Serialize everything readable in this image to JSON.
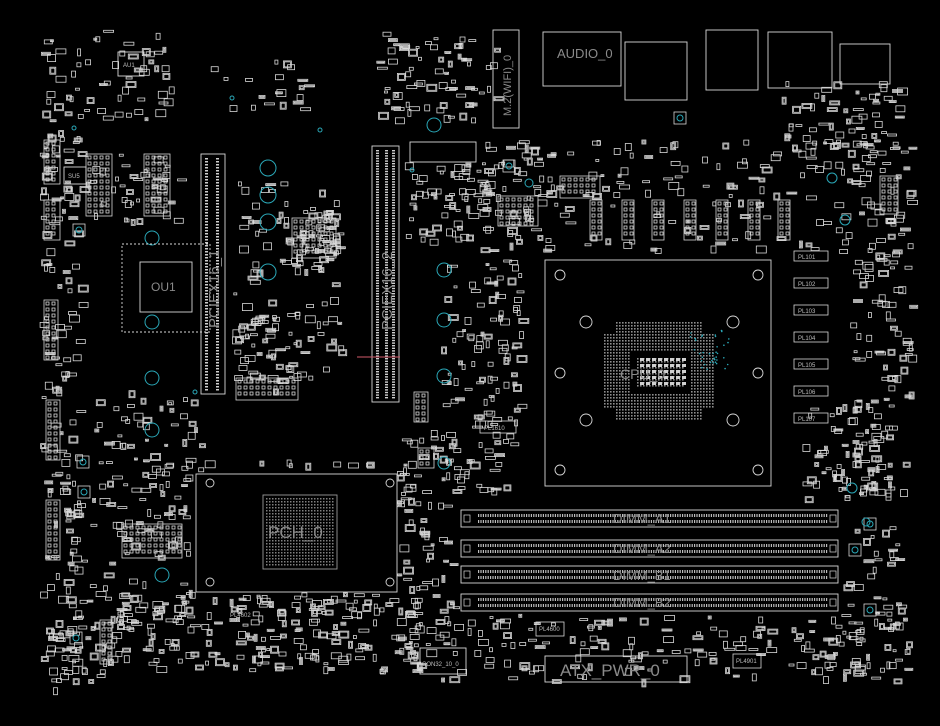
{
  "colors": {
    "background": "#000000",
    "outline": "#d8d8d8",
    "label": "#8a8a8a",
    "via": "#2aa7b7",
    "marker": "#d25a6a"
  },
  "labels": {
    "audio": "AUDIO_0",
    "m2": "M.2(WIFI)_0",
    "au1": "AU1",
    "su5": "SU5",
    "ou1": "OU1",
    "pciex16_1": "PCIEX16_1",
    "pciex16_2": "PCIEX16_2",
    "cpu": "CPU_0",
    "pch": "PCH_0",
    "dimm_a1": "DIMM_A1",
    "dimm_a2": "DIMM_A2",
    "dimm_b1": "DIMM_B1",
    "dimm_b2": "DIMM_B2",
    "atx": "ATX_PWR_0",
    "pl101": "PL101",
    "pl102": "PL102",
    "pl103": "PL103",
    "pl104": "PL104",
    "pl105": "PL105",
    "pl106": "PL106",
    "pl107": "PL107",
    "pl1610": "PL1610",
    "pl4901": "PL4901",
    "pl4600": "PL4600",
    "pl4602": "PL4602",
    "conn": "CON32_10_0"
  }
}
